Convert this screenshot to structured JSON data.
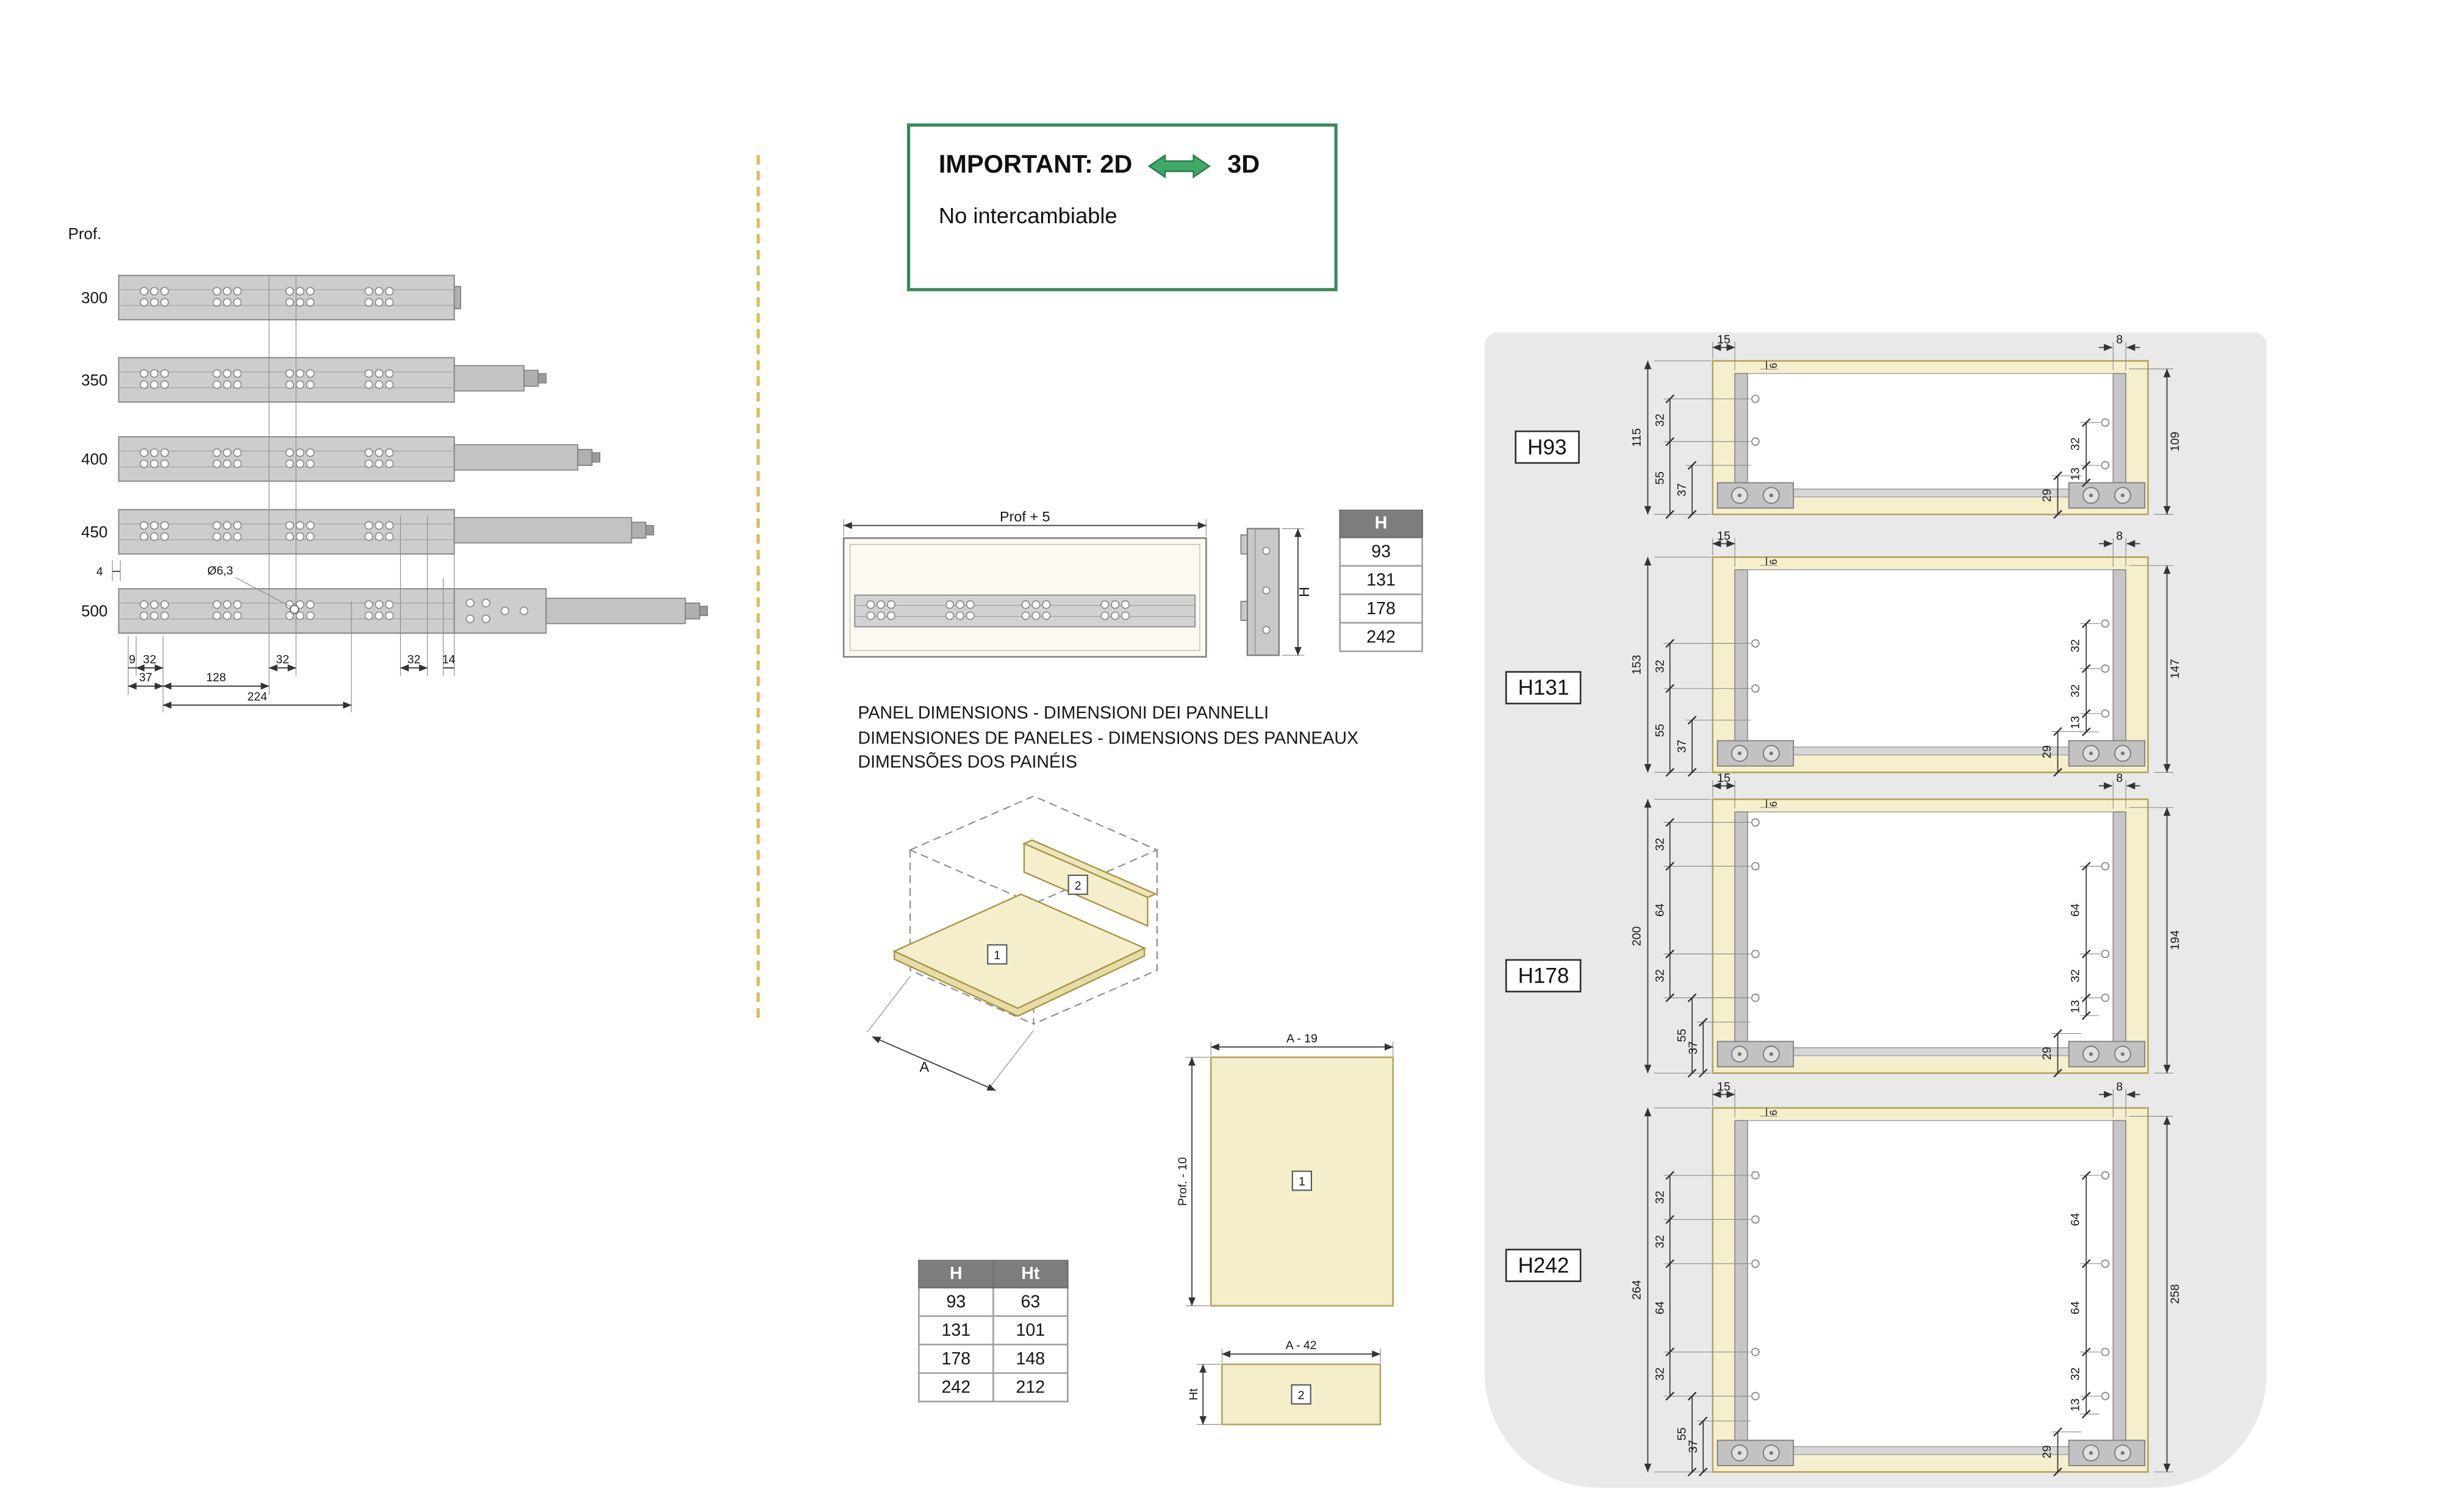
{
  "left_diagram": {
    "prof_label": "Prof.",
    "depths": [
      "300",
      "350",
      "400",
      "450",
      "500"
    ],
    "hole_dia": "Ø6,3",
    "dim_4": "4",
    "dim_9": "9",
    "dim_32_a": "32",
    "dim_32_b": "32",
    "dim_32_c": "32",
    "dim_14": "14",
    "dim_37": "37",
    "dim_128": "128",
    "dim_224": "224"
  },
  "important_box": {
    "title_prefix": "IMPORTANT: 2D",
    "title_suffix": "3D",
    "note": "No intercambiable"
  },
  "side_view": {
    "depth_dim": "Prof + 5",
    "height_label": "H"
  },
  "h_table": {
    "header": "H",
    "rows": [
      "93",
      "131",
      "178",
      "242"
    ]
  },
  "panel_heading": {
    "line1": "PANEL DIMENSIONS - DIMENSIONI DEI PANNELLI",
    "line2": "DIMENSIONES DE PANELES - DIMENSIONS DES PANNEAUX",
    "line3": "DIMENSÕES DOS PAINÉIS"
  },
  "iso": {
    "a_dim": "A",
    "panel1_label": "1",
    "panel2_label": "2"
  },
  "panel1": {
    "width_dim": "A - 19",
    "height_dim": "Prof. - 10",
    "label": "1"
  },
  "panel2": {
    "width_dim": "A - 42",
    "height_dim": "Ht",
    "label": "2"
  },
  "ht_table": {
    "col1": "H",
    "col2": "Ht",
    "rows": [
      [
        "93",
        "63"
      ],
      [
        "131",
        "101"
      ],
      [
        "178",
        "148"
      ],
      [
        "242",
        "212"
      ]
    ]
  },
  "sections": [
    {
      "label": "H93",
      "d15": "15",
      "d8": "8",
      "d6": "6",
      "total_l": "115",
      "a1": "32",
      "a55": "55",
      "a37": "37",
      "b1": "32",
      "b13": "13",
      "b29": "29",
      "total_r": "109"
    },
    {
      "label": "H131",
      "d15": "15",
      "d8": "8",
      "d6": "6",
      "total_l": "153",
      "a1": "32",
      "a55": "55",
      "a37": "37",
      "b1": "32",
      "b2": "32",
      "b13": "13",
      "b29": "29",
      "total_r": "147"
    },
    {
      "label": "H178",
      "d15": "15",
      "d8": "8",
      "d6": "6",
      "total_l": "200",
      "a1": "32",
      "a2": "64",
      "a3": "32",
      "a55": "55",
      "a37": "37",
      "b1": "64",
      "b2": "32",
      "b13": "13",
      "b29": "29",
      "total_r": "194"
    },
    {
      "label": "H242",
      "d15": "15",
      "d8": "8",
      "d6": "6",
      "total_l": "264",
      "a1": "32",
      "a2": "32",
      "a3": "64",
      "a4": "32",
      "a55": "55",
      "a37": "37",
      "b1": "64",
      "b2": "64",
      "b3": "32",
      "b13": "13",
      "b29": "29",
      "total_r": "258"
    }
  ]
}
